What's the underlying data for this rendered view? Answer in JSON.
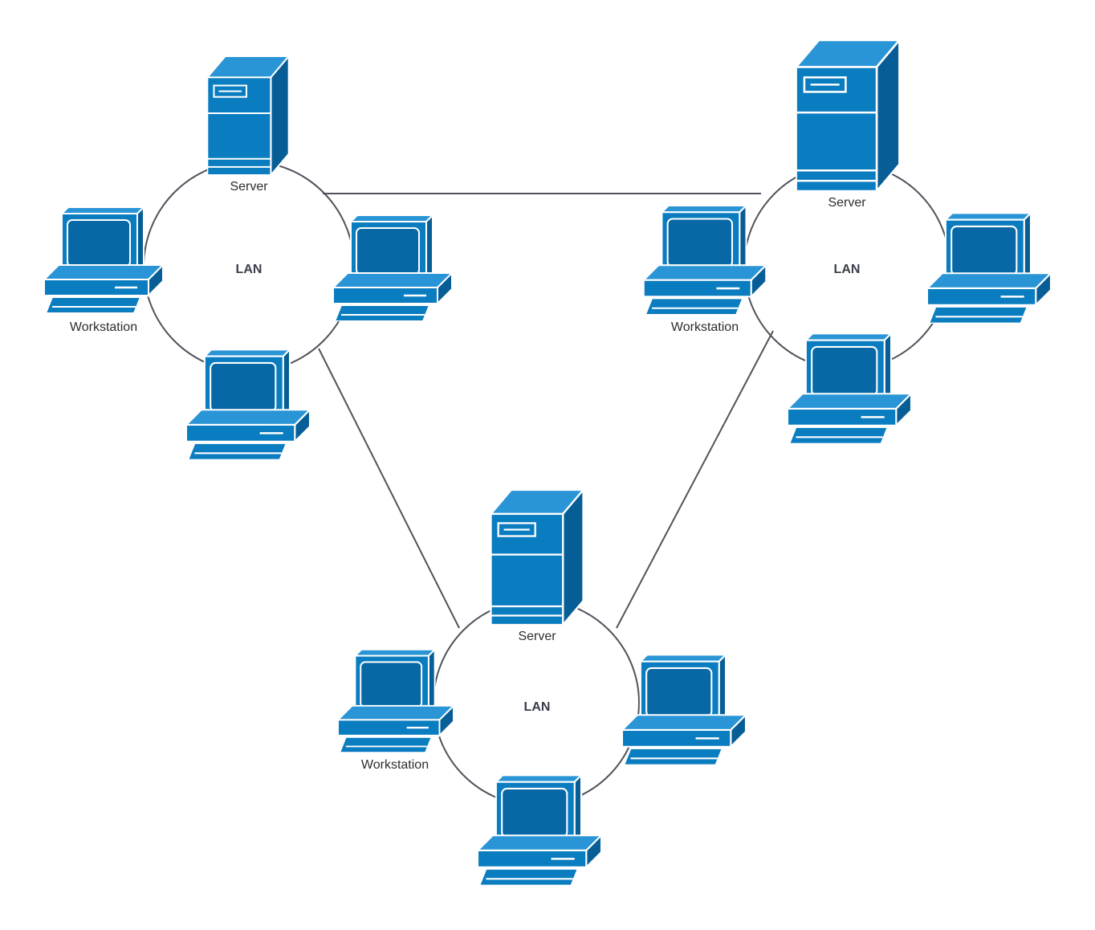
{
  "colors": {
    "device_front": "#0a7cc0",
    "device_side": "#075e96",
    "device_top": "#2a95d6",
    "outline": "#ffffff",
    "line": "#50535c"
  },
  "icons": {
    "server": "server-tower-icon",
    "workstation": "desktop-computer-icon"
  },
  "lans": [
    {
      "id": "top-left",
      "lan_label": "LAN",
      "server_label": "Server",
      "workstation_label": "Workstation"
    },
    {
      "id": "top-right",
      "lan_label": "LAN",
      "server_label": "Server",
      "workstation_label": "Workstation"
    },
    {
      "id": "bottom",
      "lan_label": "LAN",
      "server_label": "Server",
      "workstation_label": "Workstation"
    }
  ],
  "connections": [
    {
      "from": "top-left",
      "to": "top-right"
    },
    {
      "from": "top-left",
      "to": "bottom"
    },
    {
      "from": "top-right",
      "to": "bottom"
    }
  ]
}
